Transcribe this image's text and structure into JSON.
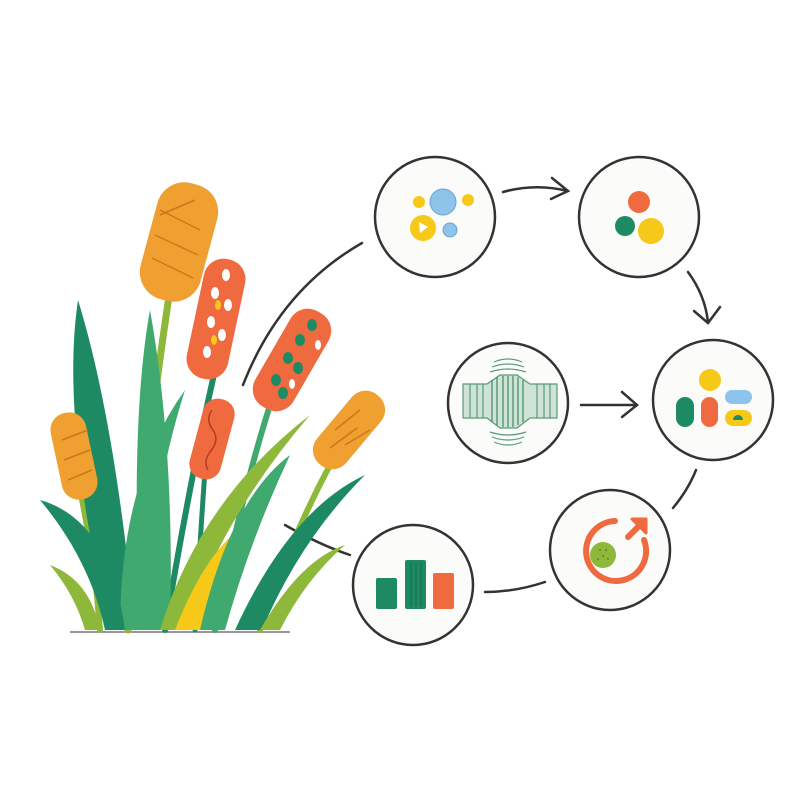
{
  "colors": {
    "green_dark": "#1e8a63",
    "green_mid": "#3fa96f",
    "green_light": "#8db83a",
    "orange": "#f0a030",
    "red_orange": "#ef6a3e",
    "yellow": "#f6c818",
    "blue": "#8ec3ea",
    "outline": "#333333",
    "circle_fill": "#fbfbf9",
    "pale_green": "#cfe3d6"
  },
  "nodes": [
    {
      "id": "particles",
      "icon": "scattered-dots-icon"
    },
    {
      "id": "clusters",
      "icon": "three-dots-icon"
    },
    {
      "id": "filter",
      "icon": "compression-band-icon"
    },
    {
      "id": "categories",
      "icon": "grouped-shapes-icon"
    },
    {
      "id": "cycle",
      "icon": "circular-arrow-icon"
    },
    {
      "id": "results",
      "icon": "bar-chart-icon"
    }
  ]
}
